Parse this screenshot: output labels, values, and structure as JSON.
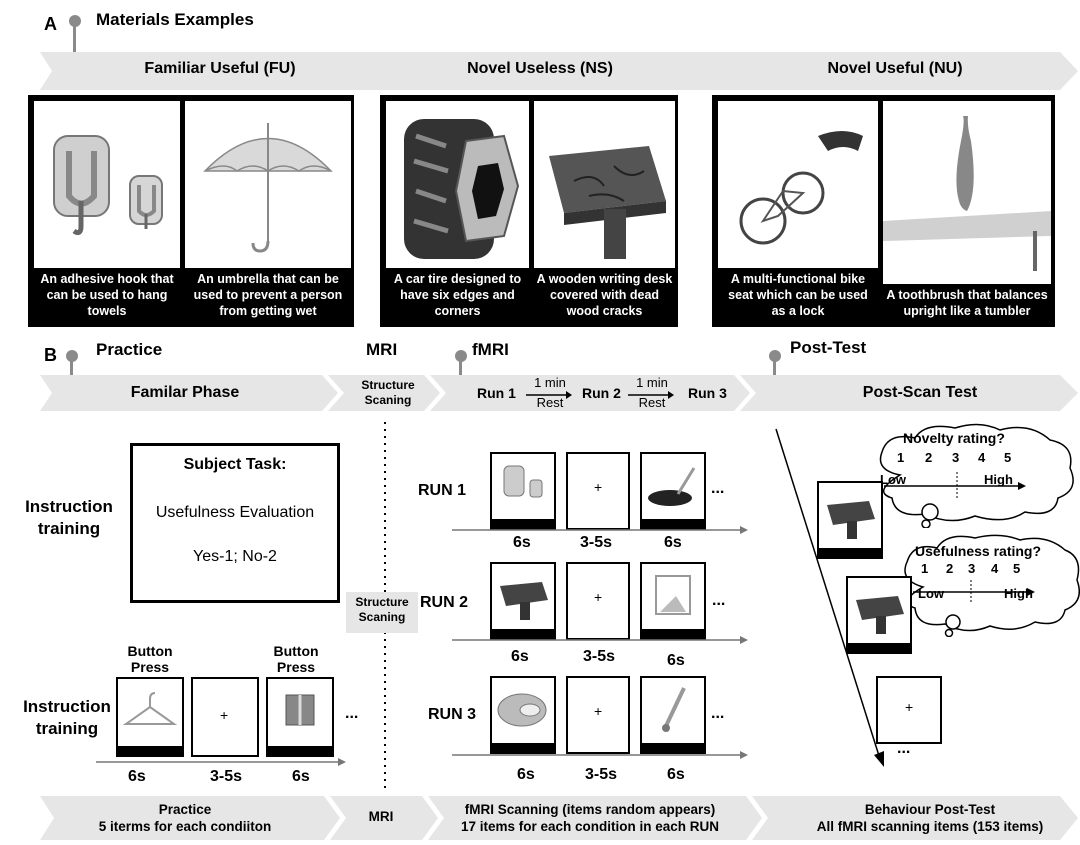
{
  "section_a": {
    "letter": "A",
    "title": "Materials Examples",
    "groups": [
      {
        "label": "Familiar Useful (FU)",
        "captions": [
          "An adhesive hook that can be used to hang towels",
          "An umbrella that can be used to prevent a person from getting wet"
        ]
      },
      {
        "label": "Novel Useless (NS)",
        "captions": [
          "A car tire designed to have six edges and corners",
          "A wooden writing desk covered with dead wood cracks"
        ]
      },
      {
        "label": "Novel Useful (NU)",
        "captions": [
          "A multi-functional bike seat which can be used as a lock",
          "A toothbrush that balances upright like a tumbler"
        ]
      }
    ]
  },
  "section_b": {
    "letter": "B",
    "stage_titles": {
      "practice": "Practice",
      "mri": "MRI",
      "fmri": "fMRI",
      "posttest": "Post-Test"
    },
    "banner": {
      "practice": "Familar Phase",
      "mri": "Structure Scaning",
      "run1": "Run 1",
      "run2": "Run 2",
      "run3": "Run 3",
      "rest_top": "1 min",
      "rest_bottom": "Rest",
      "posttest": "Post-Scan Test"
    },
    "practice": {
      "instruction_label": "Instruction training",
      "task_title": "Subject Task:",
      "task_name": "Usefulness Evaluation",
      "task_keys": "Yes-1; No-2",
      "button_press": "Button Press",
      "timings": [
        "6s",
        "3-5s",
        "6s"
      ],
      "fixation": "+",
      "ellipsis": "..."
    },
    "mri_middle": "Structure Scaning",
    "runs": [
      {
        "label": "RUN 1",
        "timings": [
          "6s",
          "3-5s",
          "6s"
        ]
      },
      {
        "label": "RUN 2",
        "timings": [
          "6s",
          "3-5s",
          "6s"
        ]
      },
      {
        "label": "RUN 3",
        "timings": [
          "6s",
          "3-5s",
          "6s"
        ]
      }
    ],
    "posttest": {
      "novelty": {
        "question": "Novelty rating?",
        "scale": [
          "1",
          "2",
          "3",
          "4",
          "5"
        ],
        "low": "Low",
        "high": "High"
      },
      "usefulness": {
        "question": "Usefulness rating?",
        "scale": [
          "1",
          "2",
          "3",
          "4",
          "5"
        ],
        "low": "Low",
        "high": "High"
      },
      "ellipsis": "..."
    },
    "footer": {
      "practice_line1": "Practice",
      "practice_line2": "5 iterms for each condiiton",
      "mri": "MRI",
      "fmri_line1": "fMRI Scanning (items random appears)",
      "fmri_line2": "17 items for each condition in each RUN",
      "post_line1": "Behaviour Post-Test",
      "post_line2": "All fMRI scanning items (153 items)"
    }
  },
  "colors": {
    "banner": "#e6e6e6",
    "pin": "#8a8a8a",
    "caption_bg": "#000000"
  }
}
